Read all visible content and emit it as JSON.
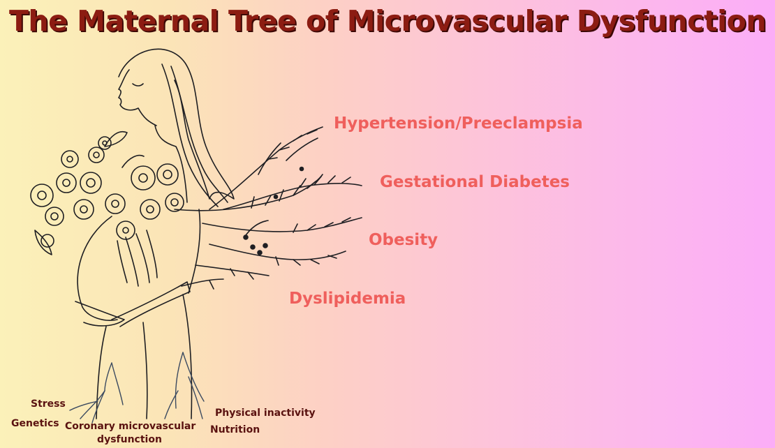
{
  "title": "The Maternal Tree of Microvascular Dysfunction",
  "branches": [
    "Hypertension/Preeclampsia",
    "Gestational Diabetes",
    "Obesity",
    "Dyslipidemia"
  ],
  "roots": {
    "stress": "Stress",
    "genetics": "Genetics",
    "coronary_line1": "Coronary microvascular",
    "coronary_line2": "dysfunction",
    "physical_inactivity": "Physical inactivity",
    "nutrition": "Nutrition"
  },
  "colors": {
    "title": "#8c1c12",
    "branch_labels": "#ef5f5c",
    "root_labels": "#5a1210",
    "line_art": "#1e1e22"
  },
  "illustration": "line-art woman holding flower bouquet with olive-branch tree and roots"
}
